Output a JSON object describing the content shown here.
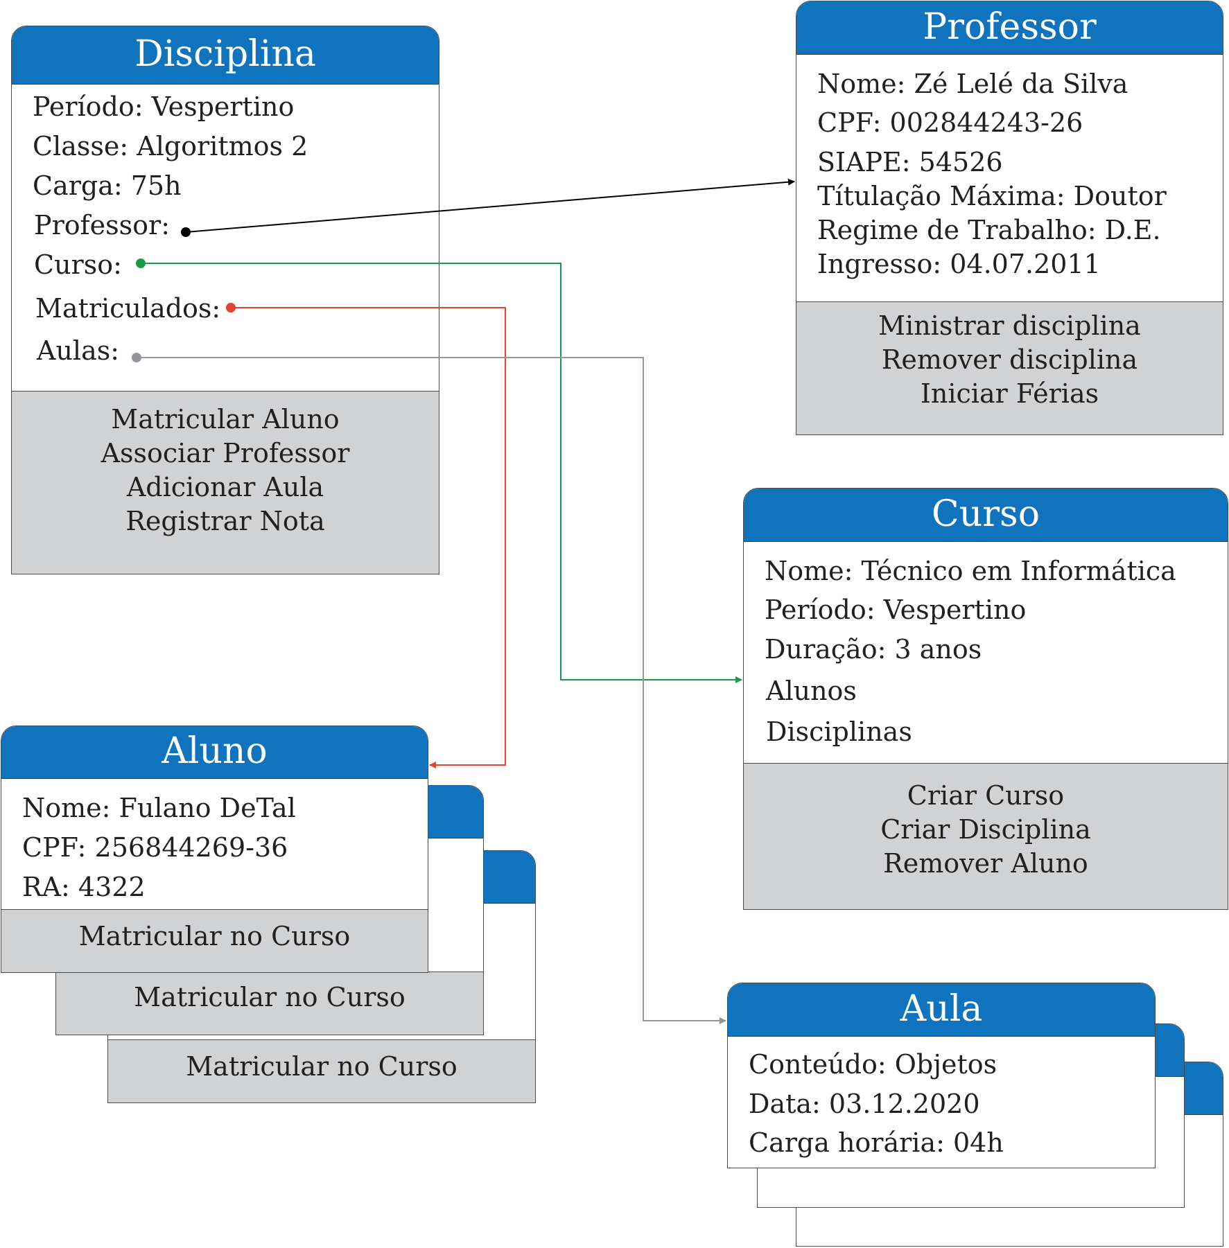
{
  "disciplina": {
    "title": "Disciplina",
    "attributes": [
      "Período: Vespertino",
      "Classe: Algoritmos 2",
      "Carga: 75h",
      "Professor:",
      "Curso:",
      "Matriculados:",
      "Aulas:"
    ],
    "methods": [
      "Matricular Aluno",
      "Associar Professor",
      "Adicionar Aula",
      "Registrar Nota"
    ]
  },
  "professor": {
    "title": "Professor",
    "attributes": [
      "Nome: Zé Lelé da Silva",
      "CPF: 002844243-26",
      "SIAPE: 54526",
      "Títulação Máxima: Doutor",
      "Regime de Trabalho: D.E.",
      "Ingresso: 04.07.2011"
    ],
    "methods": [
      "Ministrar disciplina",
      "Remover disciplina",
      "Iniciar Férias"
    ]
  },
  "curso": {
    "title": "Curso",
    "attributes": [
      "Nome: Técnico em Informática",
      "Período: Vespertino",
      "Duração: 3 anos",
      "Alunos",
      "Disciplinas"
    ],
    "methods": [
      "Criar Curso",
      "Criar Disciplina",
      "Remover Aluno"
    ]
  },
  "aluno": {
    "title": "Aluno",
    "attributes": [
      "Nome: Fulano DeTal",
      "CPF: 256844269-36",
      "RA: 4322"
    ],
    "methods": [
      "Matricular no Curso"
    ],
    "stack_methods": [
      "Matricular no Curso",
      "Matricular no Curso"
    ]
  },
  "aula": {
    "title": "Aula",
    "attributes": [
      "Conteúdo: Objetos",
      "Data: 03.12.2020",
      "Carga horária: 04h"
    ]
  },
  "colors": {
    "header": "#0f74bd",
    "methods_bg": "#d1d2d4",
    "professor_link": "#000000",
    "curso_link": "#1a9a48",
    "matriculados_link": "#e8412f",
    "aulas_link": "#939598"
  }
}
